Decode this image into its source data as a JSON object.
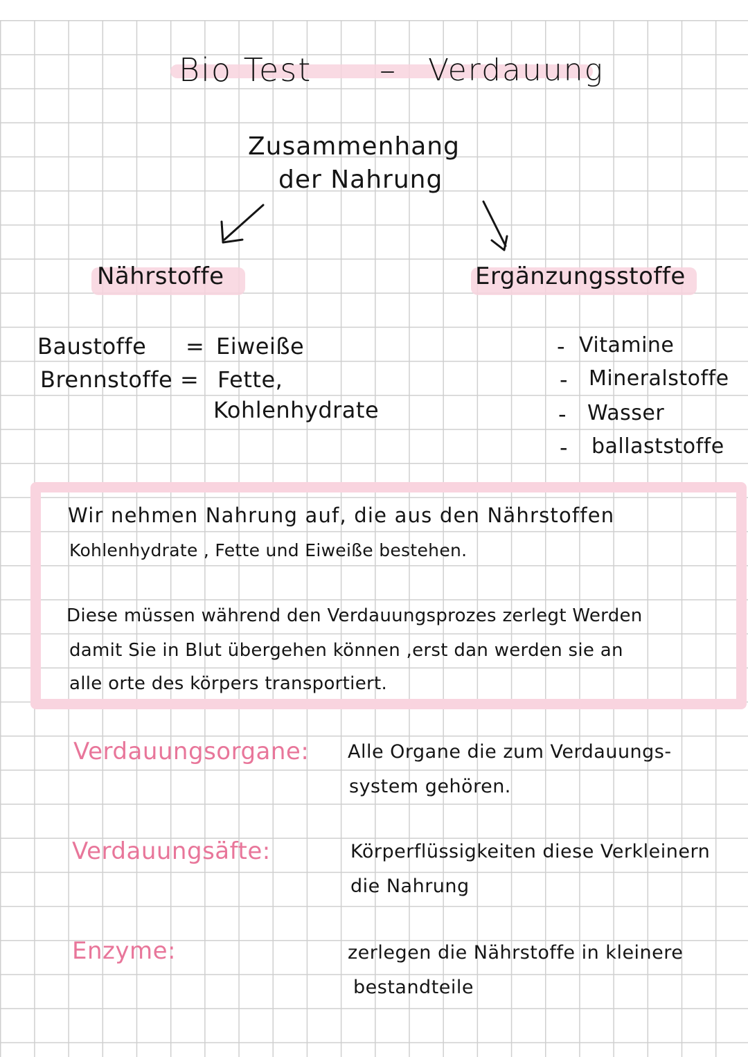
{
  "title": {
    "left": "Bio Test",
    "dash": "–",
    "right": "Verdauung"
  },
  "subtitle": {
    "line1": "Zusammenhang",
    "line2": "der Nahrung"
  },
  "categories": {
    "left": "Nährstoffe",
    "right": "Ergänzungsstoffe"
  },
  "naehrstoffe": {
    "rows": [
      {
        "label": "Baustoffe",
        "eq": "=",
        "value": "Eiweiße"
      },
      {
        "label": "Brennstoffe",
        "eq": "=",
        "value": "Fette,"
      },
      {
        "label": "",
        "eq": "",
        "value": "Kohlenhydrate"
      }
    ]
  },
  "ergaenzungsstoffe": {
    "bullet": "-",
    "items": [
      "Vitamine",
      "Mineralstoffe",
      "Wasser",
      "ballaststoffe"
    ]
  },
  "box": {
    "para1": {
      "line1": "Wir nehmen  Nahrung auf, die aus den Nährstoffen",
      "line2": "Kohlenhydrate , Fette und Eiweiße bestehen."
    },
    "para2": {
      "line1": "Diese müssen während den Verdauungsprozes zerlegt Werden",
      "line2": "damit Sie in Blut übergehen können ,erst dan werden sie an",
      "line3": "alle orte des körpers transportiert."
    }
  },
  "definitions": [
    {
      "term": "Verdauungsorgane:",
      "line1": "Alle Organe die zum Verdauungs-",
      "line2": "system gehören."
    },
    {
      "term": "Verdauungsäfte:",
      "line1": "Körperflüssigkeiten diese Verkleinern",
      "line2": "die Nahrung"
    },
    {
      "term": "Enzyme:",
      "line1": "zerlegen die Nährstoffe in kleinere",
      "line2": "bestandteile"
    }
  ],
  "colors": {
    "ink": "#151515",
    "pink_text": "#e8769a",
    "pink_highlight": "#f8d3de",
    "box_border": "#f9d4df",
    "grid": "#cfcfcf"
  }
}
